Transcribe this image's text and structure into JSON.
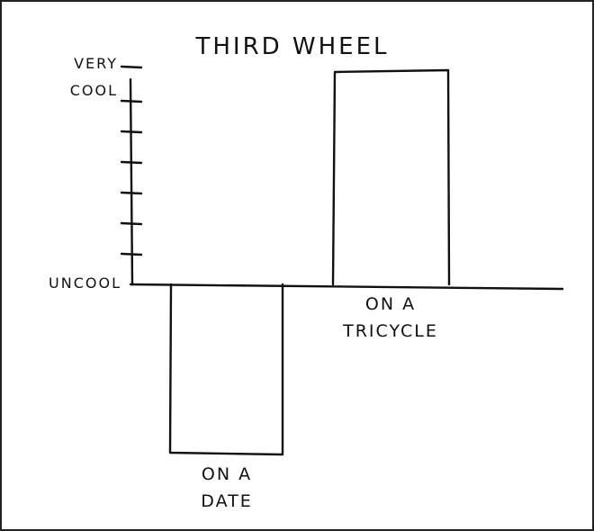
{
  "chart_data": {
    "type": "bar",
    "title": "THIRD WHEEL",
    "categories": [
      [
        "ON A",
        "DATE"
      ],
      [
        "ON A",
        "TRICYCLE"
      ]
    ],
    "values": [
      -5.5,
      7
    ],
    "ylabel": "",
    "xlabel": "",
    "y_tick_labels": {
      "top": [
        "VERY",
        "COOL"
      ],
      "bottom": "UNCOOL"
    },
    "ylim": [
      -6,
      7
    ],
    "tick_count": 7,
    "style": "hand-drawn"
  }
}
